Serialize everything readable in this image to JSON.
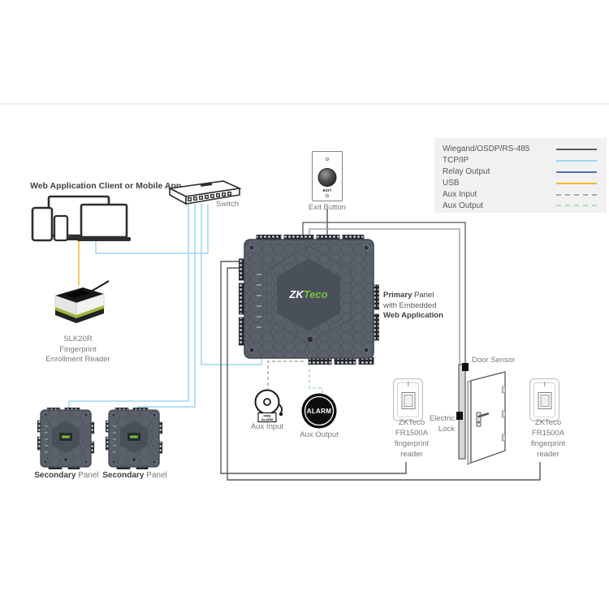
{
  "colors": {
    "wiegand": "#58595b",
    "tcpip": "#9bd7f3",
    "relay_output": "#5571b0",
    "usb": "#f9b233",
    "aux_input": "#a7a9ac",
    "aux_output": "#b2ddb0",
    "panel_body": "#5b616b",
    "logo_green": "#7ac143"
  },
  "legend": {
    "items": [
      {
        "label": "Wiegand/OSDP/RS-485",
        "style": "solid",
        "color": "#58595b"
      },
      {
        "label": "TCP/IP",
        "style": "solid",
        "color": "#9bd7f3"
      },
      {
        "label": "Relay Output",
        "style": "solid",
        "color": "#5571b0"
      },
      {
        "label": "USB",
        "style": "solid",
        "color": "#f9b233"
      },
      {
        "label": "Aux Input",
        "style": "dashed",
        "color": "#a7a9ac"
      },
      {
        "label": "Aux Output",
        "style": "dashed",
        "color": "#b2ddb0"
      }
    ]
  },
  "nodes": {
    "web_client": {
      "label": "Web Application Client or Mobile App"
    },
    "switch": {
      "label": "Switch"
    },
    "exit_button": {
      "label": "Exit Button",
      "button_text": "EXIT"
    },
    "primary_panel": {
      "logo_zk": "ZK",
      "logo_teco": "Teco",
      "label_bold_1": "Primary",
      "label_rest_1": " Panel",
      "label_line_2": "with Embedded",
      "label_line_3": "Web Application"
    },
    "slk20r": {
      "line_1": "SLK20R",
      "line_2": "Fingerprint",
      "line_3": "Enrollment Reader"
    },
    "secondary_panel_1": {
      "label_bold": "Secondary",
      "label_rest": " Panel"
    },
    "secondary_panel_2": {
      "label_bold": "Secondary",
      "label_rest": " Panel"
    },
    "aux_input": {
      "label": "Aux Input",
      "bell_text_1": "FIRE",
      "bell_text_2": "ALARM"
    },
    "aux_output": {
      "label": "Aux Output",
      "alarm_text": "ALARM"
    },
    "fr1500a_left": {
      "line_1": "ZKTeco",
      "line_2": "FR1500A",
      "line_3": "fingerprint",
      "line_4": "reader"
    },
    "fr1500a_right": {
      "line_1": "ZKTeco",
      "line_2": "FR1500A",
      "line_3": "fingerprint",
      "line_4": "reader"
    },
    "electric_lock": {
      "line_1": "Electric",
      "line_2": "Lock"
    },
    "door_sensor": {
      "label": "Door Sensor"
    }
  }
}
